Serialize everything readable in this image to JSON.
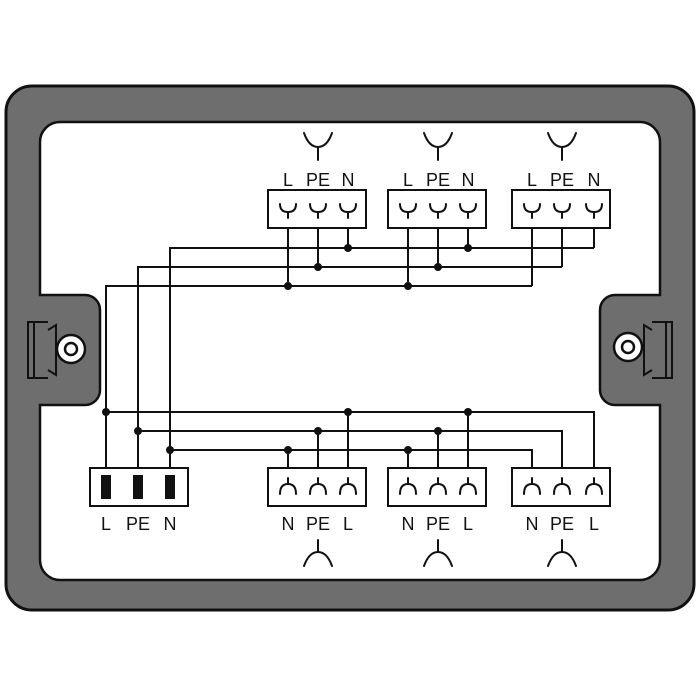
{
  "colors": {
    "housing": "#6e6e6e",
    "outline": "#111111",
    "panel": "#ffffff"
  },
  "input_block": {
    "labels": [
      "L",
      "PE",
      "N"
    ]
  },
  "top_outputs": [
    {
      "labels": [
        "L",
        "PE",
        "N"
      ],
      "symbol": "socket-symbol-icon"
    },
    {
      "labels": [
        "L",
        "PE",
        "N"
      ],
      "symbol": "socket-symbol-icon"
    },
    {
      "labels": [
        "L",
        "PE",
        "N"
      ],
      "symbol": "socket-symbol-icon"
    }
  ],
  "bottom_outputs": [
    {
      "labels": [
        "N",
        "PE",
        "L"
      ],
      "symbol": "plug-symbol-icon"
    },
    {
      "labels": [
        "N",
        "PE",
        "L"
      ],
      "symbol": "plug-symbol-icon"
    },
    {
      "labels": [
        "N",
        "PE",
        "L"
      ],
      "symbol": "plug-symbol-icon"
    }
  ],
  "mounting": {
    "left": "mounting-ear-icon",
    "right": "mounting-ear-icon"
  }
}
